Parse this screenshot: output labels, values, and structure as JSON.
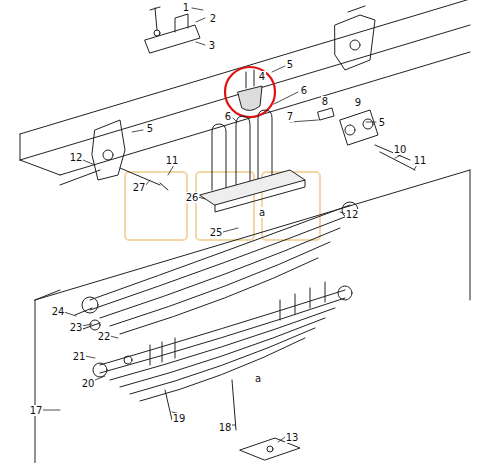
{
  "diagram": {
    "labels": [
      "1",
      "2",
      "3",
      "4",
      "5",
      "5",
      "5",
      "6",
      "6",
      "7",
      "8",
      "9",
      "10",
      "11",
      "11",
      "12",
      "12",
      "13",
      "17",
      "18",
      "19",
      "20",
      "21",
      "22",
      "23",
      "24",
      "25",
      "26",
      "27",
      "a",
      "a"
    ]
  }
}
